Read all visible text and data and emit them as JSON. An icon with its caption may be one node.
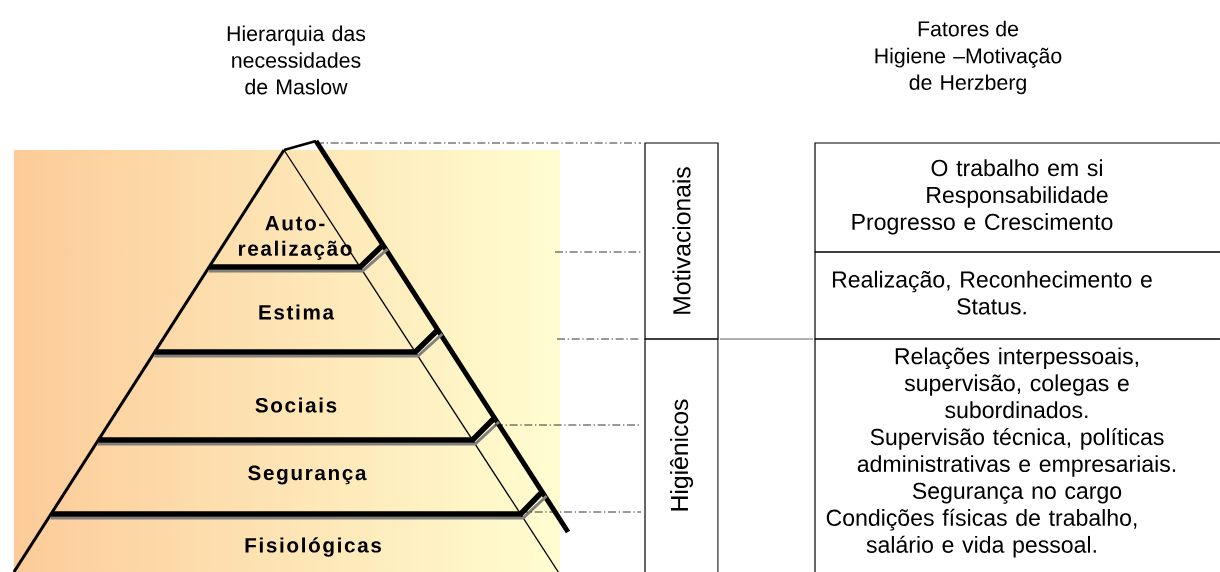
{
  "diagram": {
    "nodes": [
      {
        "text": [
          "Auto-realização"
        ]
      },
      {
        "text": [
          "Estima"
        ]
      },
      {
        "text": [
          "Sociais"
        ]
      },
      {
        "text": [
          "Segurança"
        ]
      },
      {
        "text": [
          "Fisiológicas"
        ]
      },
      {
        "text": [
          "Motivacionais"
        ]
      },
      {
        "text": [
          "Higiênicos"
        ]
      },
      {
        "text": [
          "O trabalho em si",
          "Responsabilidade",
          "Progresso e Crescimento"
        ]
      },
      {
        "text": [
          "Realização, Reconhecimento e Status."
        ]
      },
      {
        "text": [
          "Relações interpessoais, supervisão, colegas e subordinados.",
          "Supervisão técnica, políticas administrativas e empresariais.",
          "Segurança no cargo",
          "Condições físicas de trabalho, salário e vida pessoal."
        ]
      }
    ],
    "labels": [
      "Hierarquia das necessidades de Maslow",
      "Fatores de",
      "Higiene –Motivação de Herzberg"
    ]
  }
}
